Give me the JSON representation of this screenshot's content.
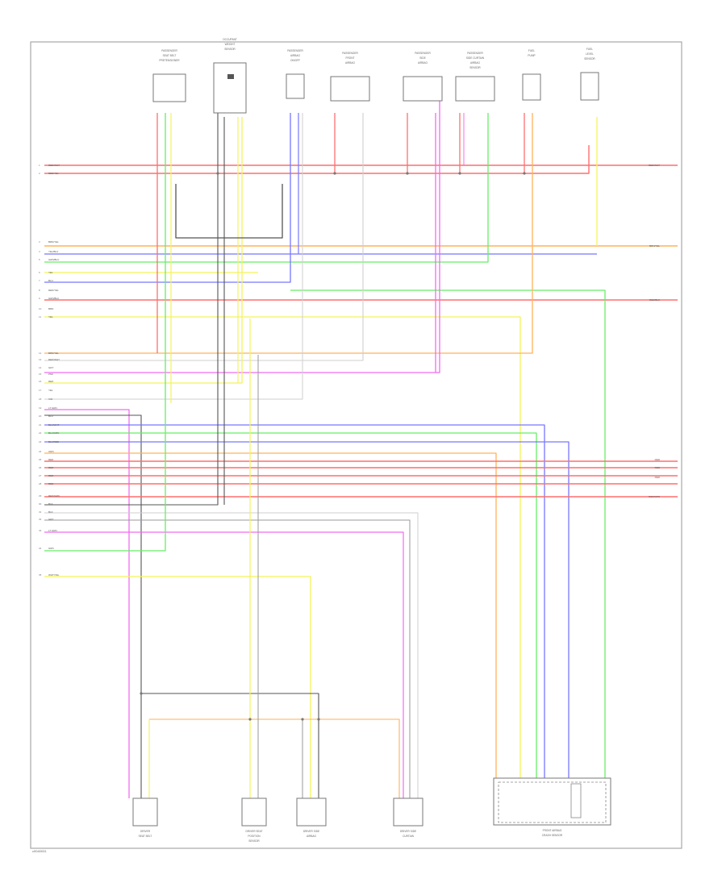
{
  "colors": {
    "red": "#ff6f6f",
    "orange": "#ffb25a",
    "yellow": "#f3f35a",
    "green": "#66ee66",
    "blue": "#7777ff",
    "violet": "#b06fff",
    "magenta": "#f06cf0",
    "gray": "#9a9a9a",
    "dark": "#555555",
    "pale": "#cfcfcf",
    "frame": "#a8a8a8"
  },
  "top_components": [
    {
      "id": "c1",
      "label": [
        "PASSENGER",
        "SEAT BELT",
        "PRETENSIONER"
      ]
    },
    {
      "id": "c2",
      "label": [
        "OCCUPANT",
        "WEIGHT",
        "SENSOR"
      ]
    },
    {
      "id": "c3",
      "label": [
        "PASSENGER",
        "AIRBAG",
        "ON/OFF"
      ]
    },
    {
      "id": "c4",
      "label": [
        "PASSENGER",
        "FRONT",
        "AIRBAG"
      ]
    },
    {
      "id": "c5",
      "label": [
        "PASSENGER",
        "SIDE",
        "AIRBAG"
      ]
    },
    {
      "id": "c6",
      "label": [
        "PASSENGER",
        "SIDE CURTAIN",
        "AIRBAG",
        "SENSOR"
      ]
    },
    {
      "id": "c7",
      "label": [
        "FUEL",
        "PUMP"
      ]
    },
    {
      "id": "c8",
      "label": [
        "FUEL",
        "LEVEL",
        "SENSOR"
      ]
    }
  ],
  "bottom_components": [
    {
      "id": "b1",
      "label": [
        "DRIVER",
        "SEAT BELT"
      ]
    },
    {
      "id": "b2",
      "label": [
        "DRIVER SEAT",
        "POSITION",
        "SENSOR"
      ]
    },
    {
      "id": "b3",
      "label": [
        "DRIVER SIDE",
        "AIRBAG"
      ]
    },
    {
      "id": "b4",
      "label": [
        "DRIVER SIDE",
        "CURTAIN"
      ]
    },
    {
      "id": "b5",
      "label": [
        "FRONT AIRBAG",
        "CRASH SENSOR"
      ]
    }
  ],
  "row_labels": [
    "RED/WHT",
    "RED/YEL",
    "BRN/YEL",
    "YEL/BLU",
    "GRN/BLU",
    "YEL",
    "BLU",
    "RED/YEL",
    "GRN/BLK",
    "BRN",
    "YEL",
    "BRN/YEL",
    "RED/WHT",
    "GRY",
    "PNK",
    "RED",
    "YEL",
    "VIO",
    "LT GRN",
    "BLU",
    "BLU/WHT",
    "BLU/GRN",
    "BLU/RED",
    "ORN",
    "RED",
    "RED",
    "RED",
    "RED",
    "RED/GRN",
    "BLK",
    "BLK",
    "GRY",
    "LT GRN",
    "GRN",
    "WHT/YEL"
  ],
  "right_labels": [
    "RED/WHT",
    "BRN/YEL",
    "RED/BLK",
    "RED",
    "RED",
    "RED",
    "RED/GRN"
  ],
  "footer_code": "c0040031"
}
